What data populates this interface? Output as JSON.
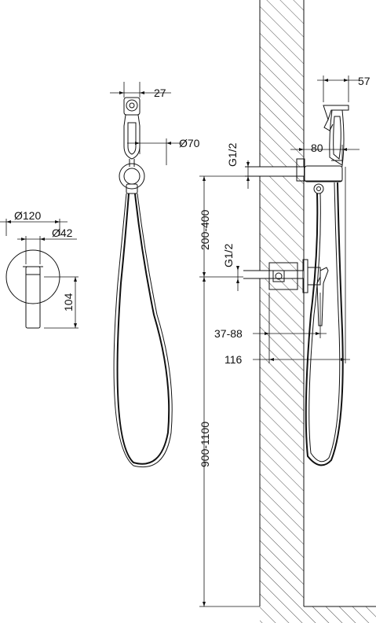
{
  "dimensions": {
    "d120": "Ø120",
    "d42": "Ø42",
    "h104": "104",
    "w27": "27",
    "d70": "Ø70",
    "thread_top": "G1/2",
    "thread_bottom": "G1/2",
    "range_200_400": "200-400",
    "range_900_1100": "900-1100",
    "w57": "57",
    "w80": "80",
    "range_37_88": "37-88",
    "w116": "116"
  }
}
